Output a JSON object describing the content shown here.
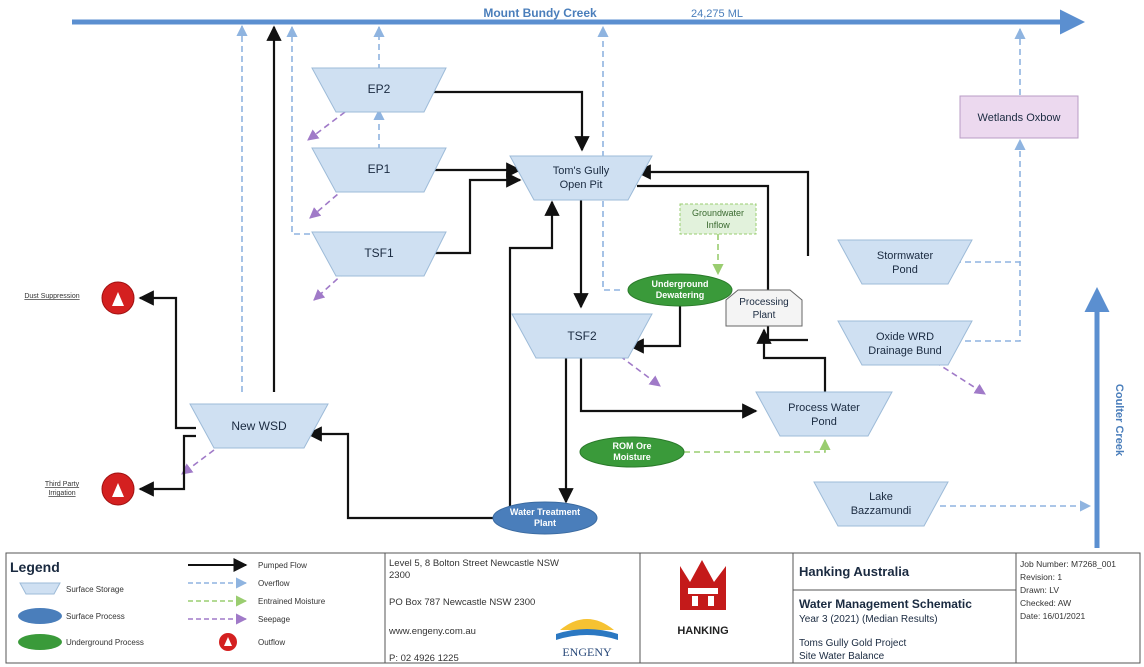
{
  "creek_top": {
    "name": "Mount Bundy Creek",
    "volume": "24,275 ML"
  },
  "creek_right": {
    "name": "Coulter Creek"
  },
  "nodes": {
    "ep2": "EP2",
    "ep1": "EP1",
    "tsf1": "TSF1",
    "toms_gully_1": "Tom's Gully",
    "toms_gully_2": "Open Pit",
    "groundwater_1": "Groundwater",
    "groundwater_2": "Inflow",
    "underground_1": "Underground",
    "underground_2": "Dewatering",
    "processing_1": "Processing",
    "processing_2": "Plant",
    "tsf2": "TSF2",
    "stormwater_1": "Stormwater",
    "stormwater_2": "Pond",
    "oxide_1": "Oxide WRD",
    "oxide_2": "Drainage Bund",
    "wetlands": "Wetlands Oxbow",
    "new_wsd": "New WSD",
    "process_water_1": "Process Water",
    "process_water_2": "Pond",
    "rom_1": "ROM Ore",
    "rom_2": "Moisture",
    "lake_1": "Lake",
    "lake_2": "Bazzamundi",
    "wtp_1": "Water Treatment",
    "wtp_2": "Plant",
    "dust": "Dust Suppression",
    "irrigation_1": "Third Party",
    "irrigation_2": "Irrigation",
    "outflow_glyph": "Outflow"
  },
  "legend": {
    "title": "Legend",
    "surface_storage": "Surface Storage",
    "surface_process": "Surface Process",
    "underground_process": "Underground Process",
    "outflow": "Outflow",
    "pumped_flow": "Pumped Flow",
    "overflow": "Overflow",
    "entrained_moisture": "Entrained Moisture",
    "seepage": "Seepage"
  },
  "address": {
    "line1": "Level 5, 8 Bolton Street Newcastle NSW",
    "line2": "2300",
    "po_box": "PO Box 787 Newcastle NSW 2300",
    "web": "www.engeny.com.au",
    "phone": "P: 02 4926 1225",
    "engeny": "ENGENY"
  },
  "hanking_logo_text": "HANKING",
  "title_block": {
    "company": "Hanking Australia",
    "title": "Water Management Schematic",
    "subtitle": "Year 3 (2021) (Median Results)",
    "project": "Toms Gully Gold Project",
    "balance": "Site Water Balance"
  },
  "job_block": {
    "job_number": "Job Number: M7268_001",
    "revision": "Revision: 1",
    "drawn": "Drawn: LV",
    "checked": "Checked: AW",
    "date": "Date: 16/01/2021"
  },
  "colors": {
    "creek": "#5b8fd0",
    "storage": "#cfe0f2",
    "surface_process": "#4a7ebb",
    "underground": "#3a9a3a",
    "outflow": "#d42020",
    "overflow": "#8fb4e0",
    "seepage": "#a07ac8",
    "moisture": "#9acd70"
  }
}
